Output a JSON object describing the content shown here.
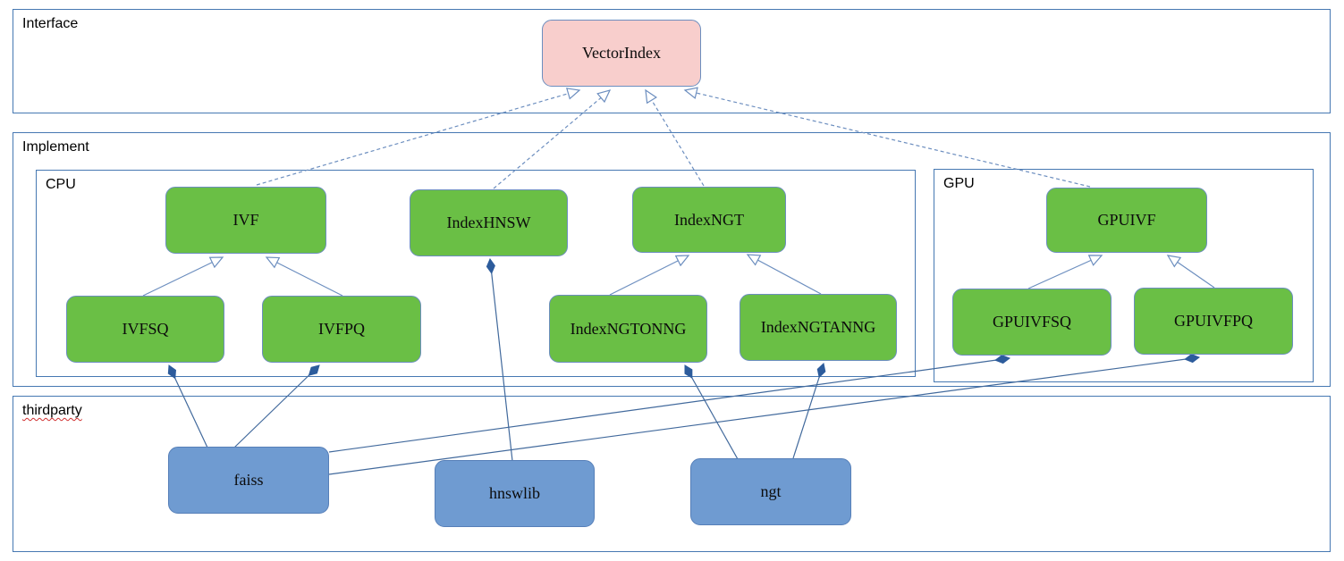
{
  "containers": {
    "interface": {
      "label": "Interface"
    },
    "implement": {
      "label": "Implement"
    },
    "cpu": {
      "label": "CPU"
    },
    "gpu": {
      "label": "GPU"
    },
    "thirdparty": {
      "label": "thirdparty"
    }
  },
  "nodes": {
    "vectorindex": {
      "label": "VectorIndex"
    },
    "ivf": {
      "label": "IVF"
    },
    "indexhnsw": {
      "label": "IndexHNSW"
    },
    "indexngt": {
      "label": "IndexNGT"
    },
    "gpuivf": {
      "label": "GPUIVF"
    },
    "ivfsq": {
      "label": "IVFSQ"
    },
    "ivfpq": {
      "label": "IVFPQ"
    },
    "indexngtonng": {
      "label": "IndexNGTONNG"
    },
    "indexngtanng": {
      "label": "IndexNGTANNG"
    },
    "gpuivfsq": {
      "label": "GPUIVFSQ"
    },
    "gpuivfpq": {
      "label": "GPUIVFPQ"
    },
    "faiss": {
      "label": "faiss"
    },
    "hnswlib": {
      "label": "hnswlib"
    },
    "ngt": {
      "label": "ngt"
    }
  },
  "relations": [
    {
      "from": "IVF",
      "to": "VectorIndex",
      "type": "realization-dashed-hollow-arrow"
    },
    {
      "from": "IndexHNSW",
      "to": "VectorIndex",
      "type": "realization-dashed-hollow-arrow"
    },
    {
      "from": "IndexNGT",
      "to": "VectorIndex",
      "type": "realization-dashed-hollow-arrow"
    },
    {
      "from": "GPUIVF",
      "to": "VectorIndex",
      "type": "realization-dashed-hollow-arrow"
    },
    {
      "from": "IVFSQ",
      "to": "IVF",
      "type": "generalization-hollow-arrow"
    },
    {
      "from": "IVFPQ",
      "to": "IVF",
      "type": "generalization-hollow-arrow"
    },
    {
      "from": "IndexNGTONNG",
      "to": "IndexNGT",
      "type": "generalization-hollow-arrow"
    },
    {
      "from": "IndexNGTANNG",
      "to": "IndexNGT",
      "type": "generalization-hollow-arrow"
    },
    {
      "from": "GPUIVFSQ",
      "to": "GPUIVF",
      "type": "generalization-hollow-arrow"
    },
    {
      "from": "GPUIVFPQ",
      "to": "GPUIVF",
      "type": "generalization-hollow-arrow"
    },
    {
      "from": "faiss",
      "to": "IVFSQ",
      "type": "composition-filled-diamond"
    },
    {
      "from": "faiss",
      "to": "IVFPQ",
      "type": "composition-filled-diamond"
    },
    {
      "from": "faiss",
      "to": "GPUIVFSQ",
      "type": "composition-filled-diamond"
    },
    {
      "from": "faiss",
      "to": "GPUIVFPQ",
      "type": "composition-filled-diamond"
    },
    {
      "from": "hnswlib",
      "to": "IndexHNSW",
      "type": "composition-filled-diamond"
    },
    {
      "from": "ngt",
      "to": "IndexNGTONNG",
      "type": "composition-filled-diamond"
    },
    {
      "from": "ngt",
      "to": "IndexNGTANNG",
      "type": "composition-filled-diamond"
    }
  ],
  "colors": {
    "interface_node_fill": "#f8cecc",
    "implement_node_fill": "#6abf45",
    "thirdparty_node_fill": "#6f9bd1",
    "node_border": "#6c8ebf",
    "container_border": "#4678b2",
    "edge_line": "#41699c",
    "edge_dashed": "#6c8ebf",
    "diamond_fill": "#2d5c9c",
    "misspell_underline": "#d03030"
  }
}
